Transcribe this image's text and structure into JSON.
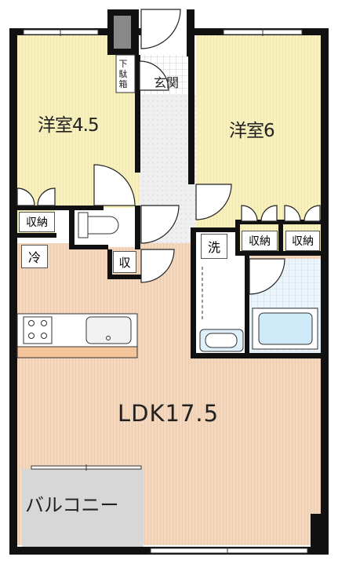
{
  "rooms": {
    "western_left": "洋室4.5",
    "western_right": "洋室6",
    "ldk": "LDK17.5",
    "entrance": "玄関",
    "balcony": "バルコニー"
  },
  "labels": {
    "storage_left": "収納",
    "storage_mid": "収納",
    "storage_right": "収納",
    "refrigerator": "冷",
    "washer": "洗",
    "storage_small": "収",
    "shoe_box": "下駄箱"
  },
  "colors": {
    "bedroom": "#f4efb8",
    "living": "#f1d3b8",
    "hall": "#eeeeee",
    "wet": "#e6f2f9",
    "balcony": "#d6d6d6",
    "wall": "#111111",
    "bathtub": "#cfeaf8"
  }
}
